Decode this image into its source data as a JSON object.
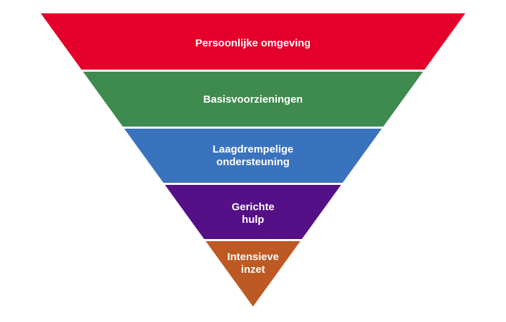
{
  "diagram": {
    "type": "inverted-pyramid",
    "layers": [
      {
        "label": "Persoonlijke omgeving",
        "color": "#e4002b"
      },
      {
        "label": "Basisvoorzieningen",
        "color": "#3e8a4f"
      },
      {
        "label": "Laagdrempelige\nondersteuning",
        "color": "#3a73bd"
      },
      {
        "label": "Gerichte\nhulp",
        "color": "#550f87"
      },
      {
        "label": "Intensieve\ninzet",
        "color": "#bd5a24"
      }
    ]
  }
}
